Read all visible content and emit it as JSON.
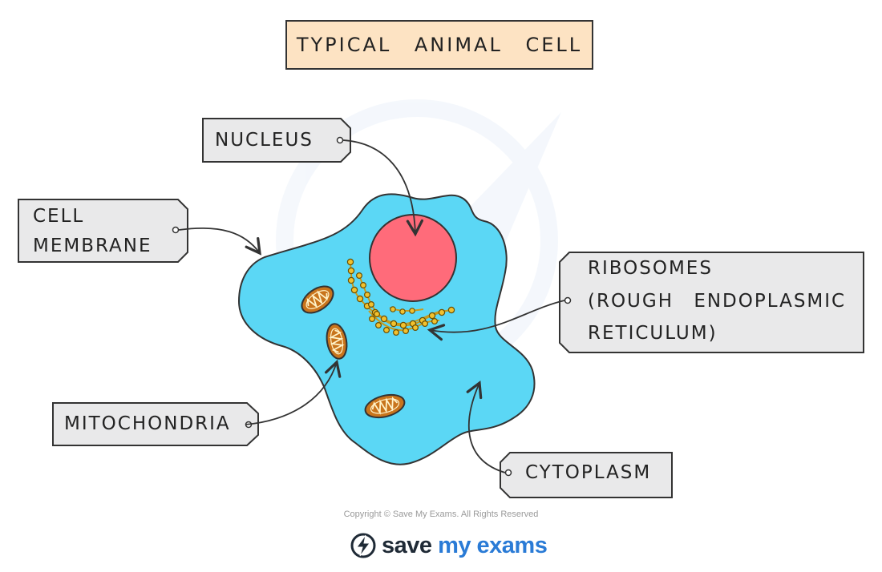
{
  "title": "TYPICAL ANIMAL CELL",
  "labels": {
    "nucleus": "NUCLEUS",
    "cell_membrane": [
      "CELL",
      "MEMBRANE"
    ],
    "ribosomes": [
      "RIBOSOMES",
      "(ROUGH ENDOPLASMIC",
      "RETICULUM)"
    ],
    "mitochondria": "MITOCHONDRIA",
    "cytoplasm": "CYTOPLASM"
  },
  "copyright": "Copyright © Save My Exams. All Rights Reserved",
  "brand": {
    "part1": "save ",
    "part2": "my exams"
  },
  "colors": {
    "title_fill": "#fde3c3",
    "label_fill": "#e9e9ea",
    "cytoplasm": "#5bd7f5",
    "nucleus": "#ff6b7a",
    "mitochondria": "#c8741c",
    "ribosomes": "#f2c12e",
    "outline": "#333333",
    "brand_accent": "#2a7bd6"
  },
  "icons": [
    "save-my-exams-logo-icon"
  ]
}
